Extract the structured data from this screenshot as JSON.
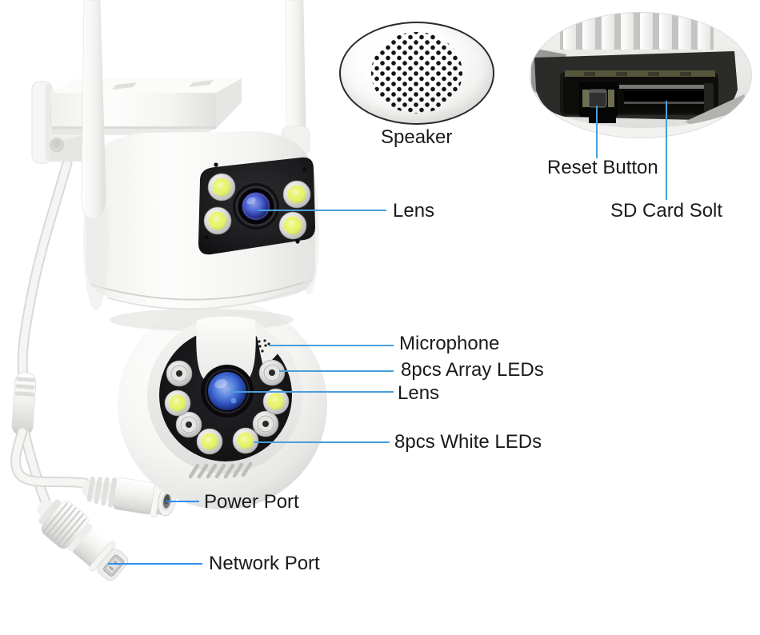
{
  "colors": {
    "callout_blue": "#47a0d9",
    "callout_blue_bright": "#2e8ff2",
    "text_color": "#1a1a1a",
    "led_yellow": "#e7f468"
  },
  "callouts": {
    "speaker": "Speaker",
    "reset_button": "Reset Button",
    "sd_card_slot": "SD Card Solt",
    "lens_top": "Lens",
    "microphone": "Microphone",
    "array_leds": "8pcs Array LEDs",
    "lens_bottom": "Lens",
    "white_leds": "8pcs White LEDs",
    "power_port": "Power Port",
    "network_port": "Network Port"
  }
}
